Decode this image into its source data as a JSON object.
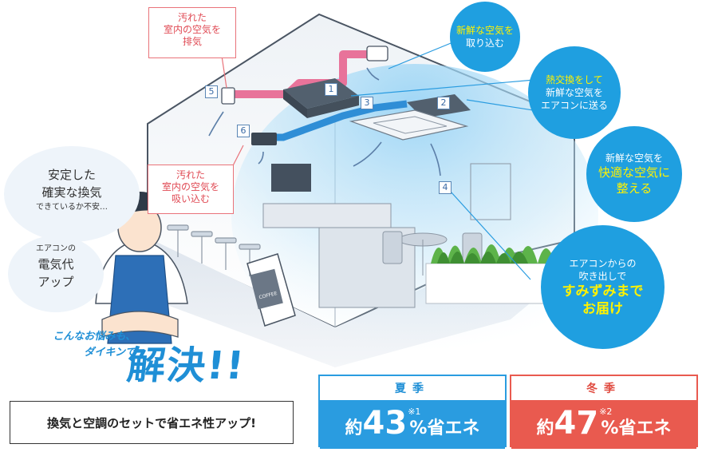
{
  "callouts": {
    "exhaust": [
      "汚れた",
      "室内の空気を",
      "排気"
    ],
    "intake_dirty": [
      "汚れた",
      "室内の空気を",
      "吸い込む"
    ]
  },
  "bubbles": {
    "fresh_in": [
      "新鮮な空気を",
      "取り込む"
    ],
    "heat_exchange": [
      "熱交換をして",
      "新鮮な空気を",
      "エアコンに送る"
    ],
    "comfort": [
      "新鮮な空気を",
      "快適な空気に",
      "整える"
    ],
    "delivery": [
      "エアコンからの",
      "吹き出しで",
      "すみずみまで",
      "お届け"
    ]
  },
  "markers": [
    "1",
    "2",
    "3",
    "4",
    "5",
    "6"
  ],
  "worries": {
    "ventilation": [
      "安定した",
      "確実な換気",
      "できているか不安…"
    ],
    "electricity": [
      "エアコンの",
      "電気代",
      "アップ"
    ]
  },
  "sign_text": "COFFEE",
  "worry_lead": [
    "こんなお悩みも、",
    "ダイキンで"
  ],
  "resolve_text": "解決!!",
  "summary_text": "換気と空調のセットで省エネ性アップ!",
  "seasons": {
    "summer": {
      "label": "夏季",
      "prefix": "約",
      "value": "43",
      "note": "※1",
      "unit": "%",
      "suffix": "省エネ"
    },
    "winter": {
      "label": "冬季",
      "prefix": "約",
      "value": "47",
      "note": "※2",
      "unit": "%",
      "suffix": "省エネ"
    }
  },
  "colors": {
    "blue": "#1f9fe0",
    "red": "#e95a4f",
    "yellow": "#fff200"
  }
}
